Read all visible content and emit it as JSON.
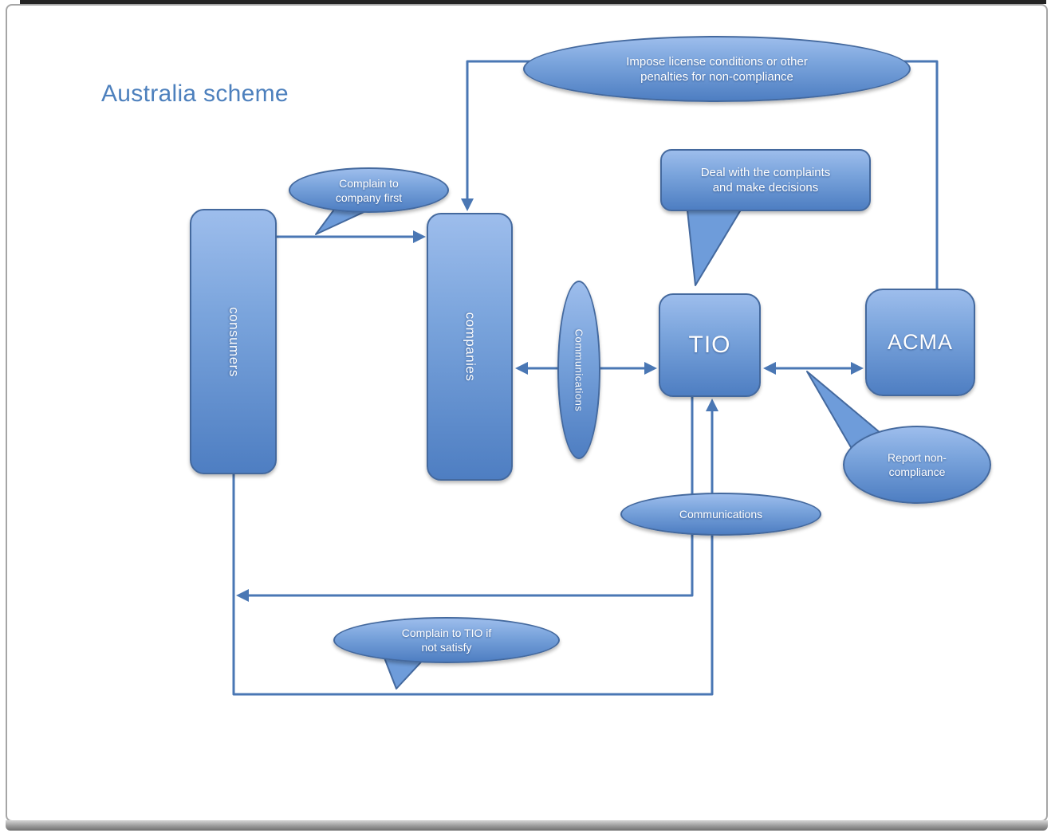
{
  "slide": {
    "title": "Australia scheme"
  },
  "nodes": {
    "consumers": {
      "label": "consumers"
    },
    "companies": {
      "label": "companies"
    },
    "tio": {
      "label": "TIO"
    },
    "acma": {
      "label": "ACMA"
    }
  },
  "labels": {
    "impose_penalties": "Impose license conditions or other penalties for non-compliance",
    "communications_mid": "Communications",
    "communications_bottom": "Communications"
  },
  "callouts": {
    "complain_company": "Complain to company first",
    "deal_decisions": "Deal with the complaints and make decisions",
    "report_noncompliance": "Report non-compliance",
    "complain_tio": "Complain to TIO if not satisfy"
  },
  "colors": {
    "accent": "#4f81bd",
    "shape_fill_top": "#9dbdec",
    "shape_fill_bottom": "#4e7ec2",
    "shape_border": "#44699e",
    "connector": "#4a77b4",
    "shape_text": "#ffffff",
    "title_text": "#4d80bd"
  }
}
